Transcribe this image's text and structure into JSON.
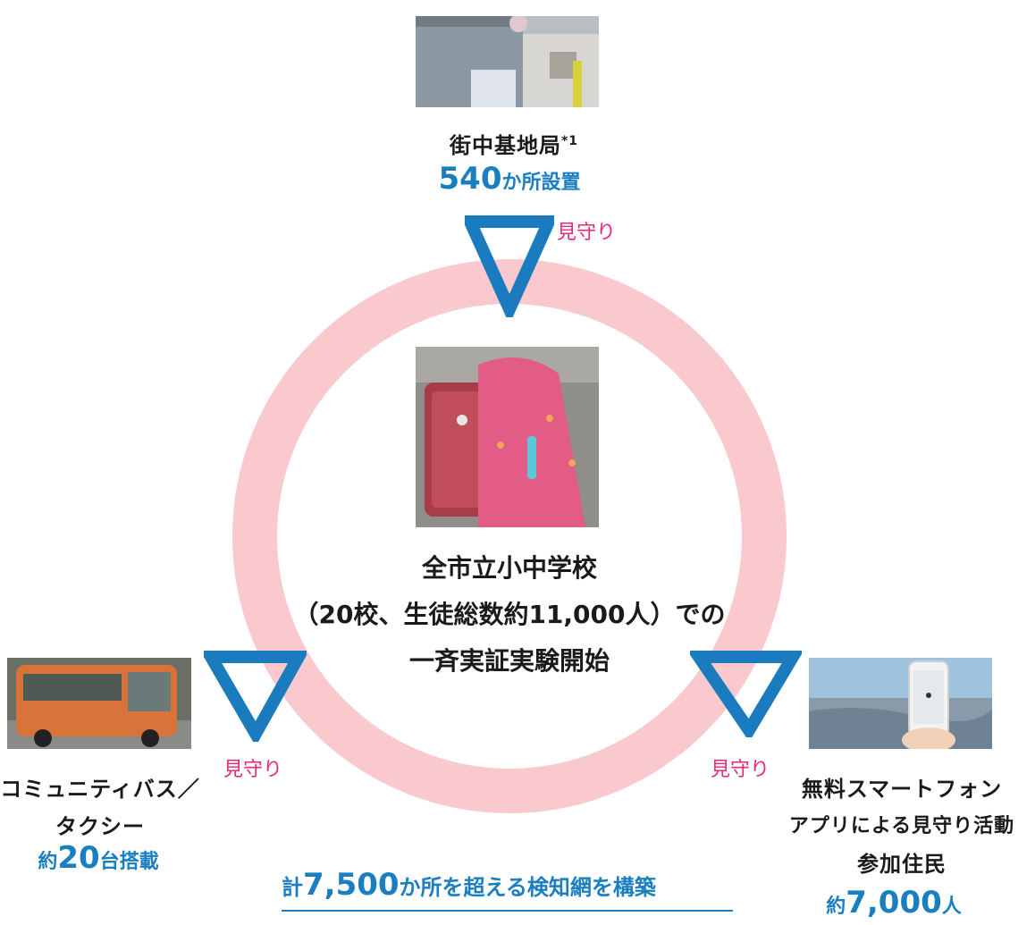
{
  "top_node": {
    "title": "街中基地局",
    "footnote": "*1",
    "value_number": "540",
    "value_suffix": "か所設置"
  },
  "left_node": {
    "title_line1": "コミュニティバス／",
    "title_line2": "タクシー",
    "value_prefix": "約",
    "value_number": "20",
    "value_suffix": "台搭載"
  },
  "right_node": {
    "title_line1": "無料スマートフォン",
    "title_line2": "アプリによる見守り活動",
    "title_line3": "参加住民",
    "value_prefix": "約",
    "value_number": "7,000",
    "value_suffix": "人"
  },
  "center_node": {
    "line1": "全市立小中学校",
    "line2": "（20校、生徒総数約11,000人）での",
    "line3": "一斉実証実験開始"
  },
  "watch_label": "見守り",
  "summary": {
    "prefix": "計",
    "number": "7,500",
    "suffix": "か所を超える検知網を構築"
  },
  "colors": {
    "ring": "#f9c9cd",
    "arrow": "#1b7bbf",
    "accent_blue": "#1a7fc0",
    "watch_pink": "#e4287a"
  }
}
